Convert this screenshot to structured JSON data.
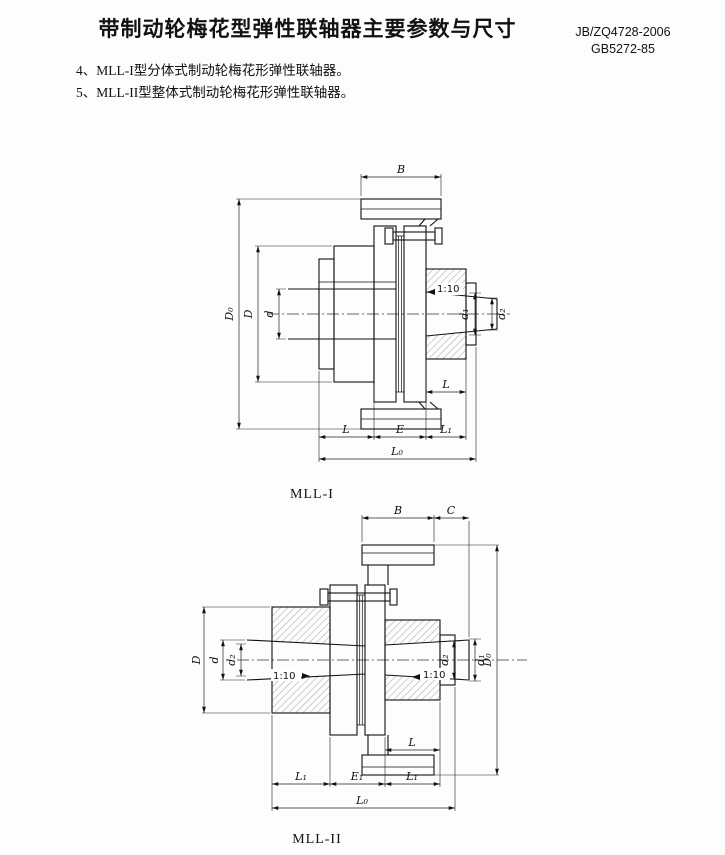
{
  "page": {
    "title": "带制动轮梅花型弹性联轴器主要参数与尺寸",
    "standards": [
      "JB/ZQ4728-2006",
      "GB5272-85"
    ],
    "notes": [
      "4、MLL-I型分体式制动轮梅花形弹性联轴器。",
      "5、MLL-II型整体式制动轮梅花形弹性联轴器。"
    ]
  },
  "figure1": {
    "caption": "MLL-I",
    "dims": {
      "B": "B",
      "D0": "D₀",
      "D": "D",
      "d": "d",
      "d1": "d₁",
      "d2": "d₂",
      "taper": "1:10",
      "L_hub": "L",
      "L": "L",
      "E": "E",
      "L1": "L₁",
      "L0": "L₀"
    }
  },
  "figure2": {
    "caption": "MLL-II",
    "dims": {
      "B": "B",
      "C": "C",
      "D0": "D₀",
      "D": "D",
      "d": "d",
      "d1": "d₁",
      "d2_right": "d₂",
      "d2_left": "d₂",
      "taper_left": "1:10",
      "taper_right": "1:10",
      "L": "L",
      "L1_left": "L₁",
      "E1": "E₁",
      "L1_right": "L₁",
      "L0": "L₀"
    }
  }
}
